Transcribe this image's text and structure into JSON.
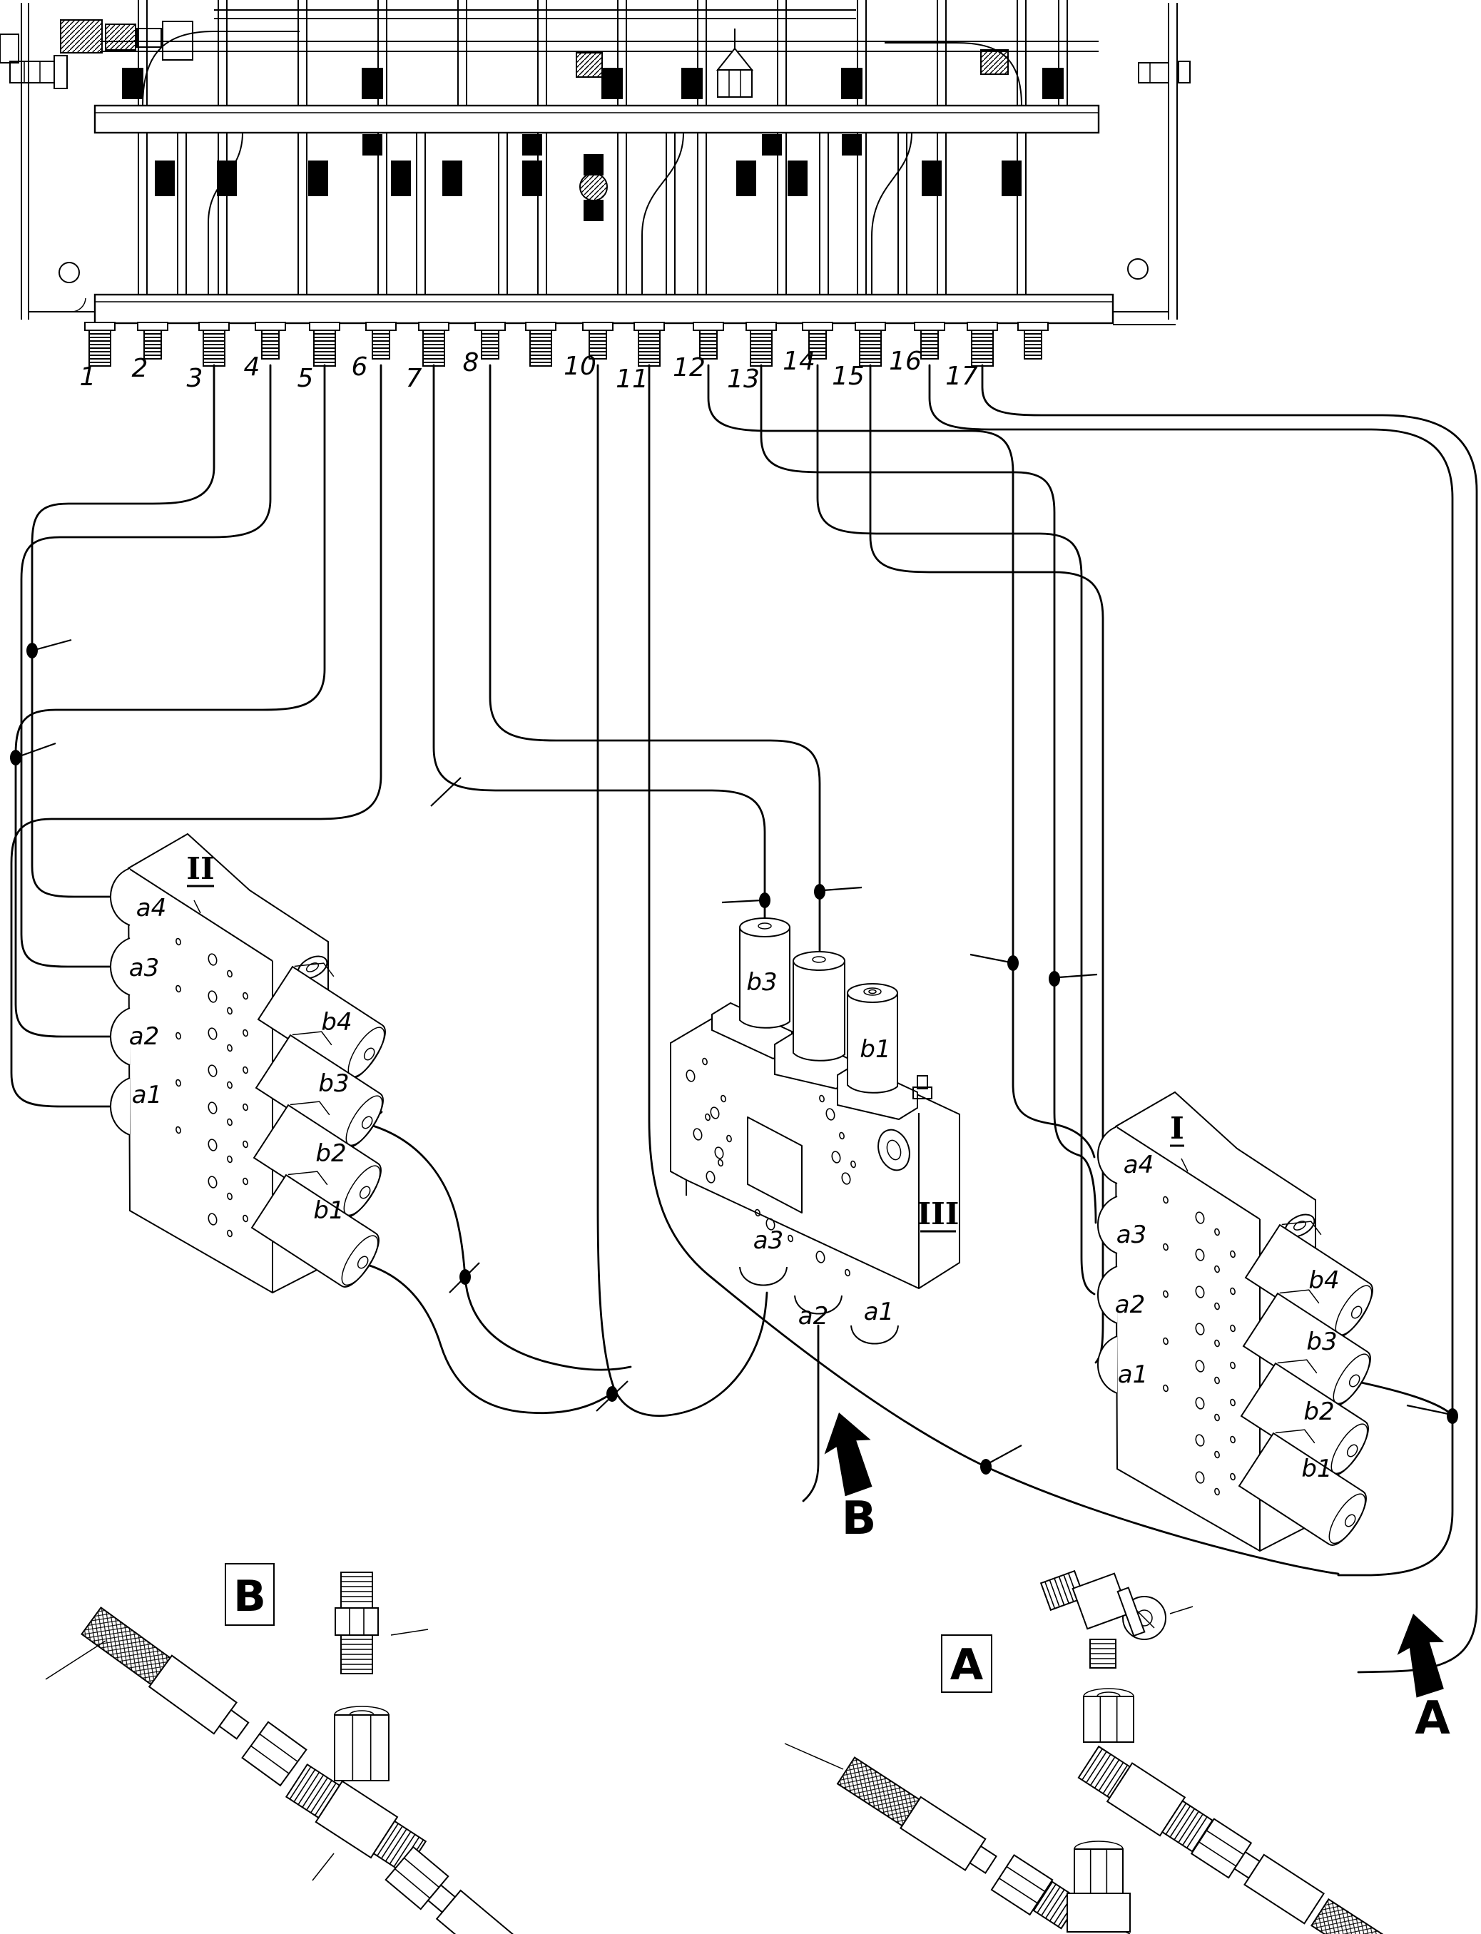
{
  "diagram": {
    "ports": {
      "numbers": [
        "1",
        "2",
        "3",
        "4",
        "5",
        "6",
        "7",
        "8",
        "10",
        "11",
        "12",
        "13",
        "14",
        "15",
        "16",
        "17"
      ]
    },
    "valve_blocks": [
      {
        "name": "II",
        "position": "left",
        "a_ports": [
          "a4",
          "a3",
          "a2",
          "a1"
        ],
        "b_ports": [
          "b4",
          "b3",
          "b2",
          "b1"
        ]
      },
      {
        "name": "III",
        "position": "center",
        "top_ports": [
          "b3",
          "b1"
        ],
        "bottom_ports": [
          "a3",
          "a2",
          "a1"
        ]
      },
      {
        "name": "I",
        "position": "right",
        "a_ports": [
          "a4",
          "a3",
          "a2",
          "a1"
        ],
        "b_ports": [
          "b4",
          "b3",
          "b2",
          "b1"
        ]
      }
    ],
    "callouts": {
      "arrow_b": "B",
      "arrow_a": "A",
      "detail_b_box": "B",
      "detail_a_box": "A"
    },
    "colors": {
      "line": "#000000",
      "background": "#ffffff"
    }
  }
}
